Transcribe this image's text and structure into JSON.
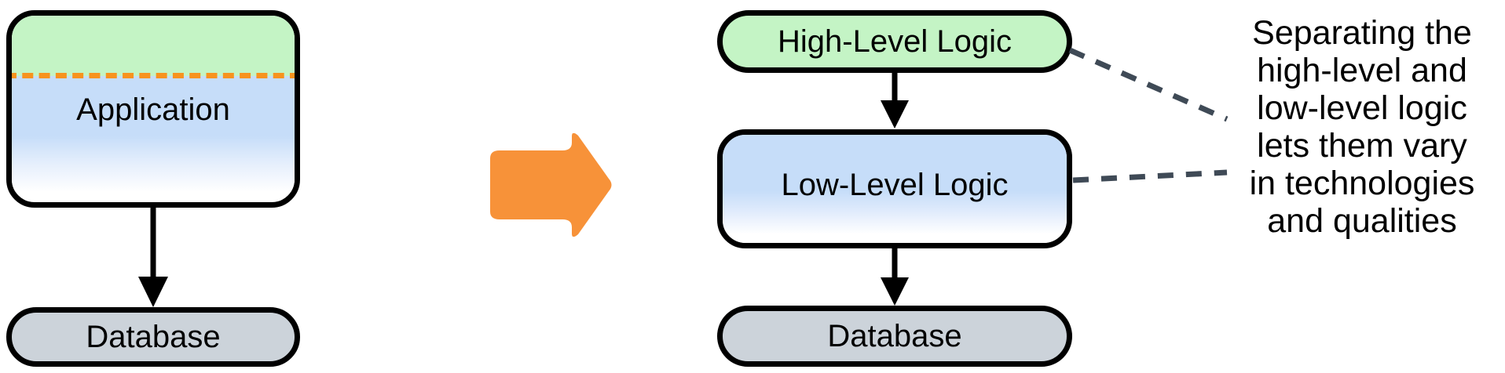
{
  "diagram": {
    "title": "Separating high-level and low-level logic",
    "type": "architecture-refactoring-diagram"
  },
  "left": {
    "application": {
      "label": "Application",
      "green_band_color": "#c4f4c5",
      "blue_band_color": "#c6ddf9",
      "divider_color": "#f7931e",
      "divider_style": "dashed"
    },
    "database": {
      "label": "Database",
      "fill_color": "#ccd3da"
    },
    "arrow": {
      "name": "application-to-database-arrow",
      "direction": "down"
    }
  },
  "transform": {
    "arrow": {
      "name": "transformation-arrow",
      "direction": "right",
      "color": "#f79239"
    }
  },
  "right": {
    "high_level": {
      "label": "High-Level Logic",
      "fill_color": "#c4f4c5"
    },
    "low_level": {
      "label": "Low-Level Logic",
      "fill_color": "#c6ddf9"
    },
    "database": {
      "label": "Database",
      "fill_color": "#ccd3da"
    },
    "arrows": [
      {
        "name": "high-to-low-arrow",
        "direction": "down"
      },
      {
        "name": "low-to-database-arrow",
        "direction": "down"
      }
    ]
  },
  "annotation": {
    "leader_color": "#3f4a56",
    "leader_style": "dashed",
    "lines": [
      "Separating the",
      "high-level and",
      "low-level logic",
      "lets them vary",
      "in technologies",
      "and qualities"
    ]
  }
}
